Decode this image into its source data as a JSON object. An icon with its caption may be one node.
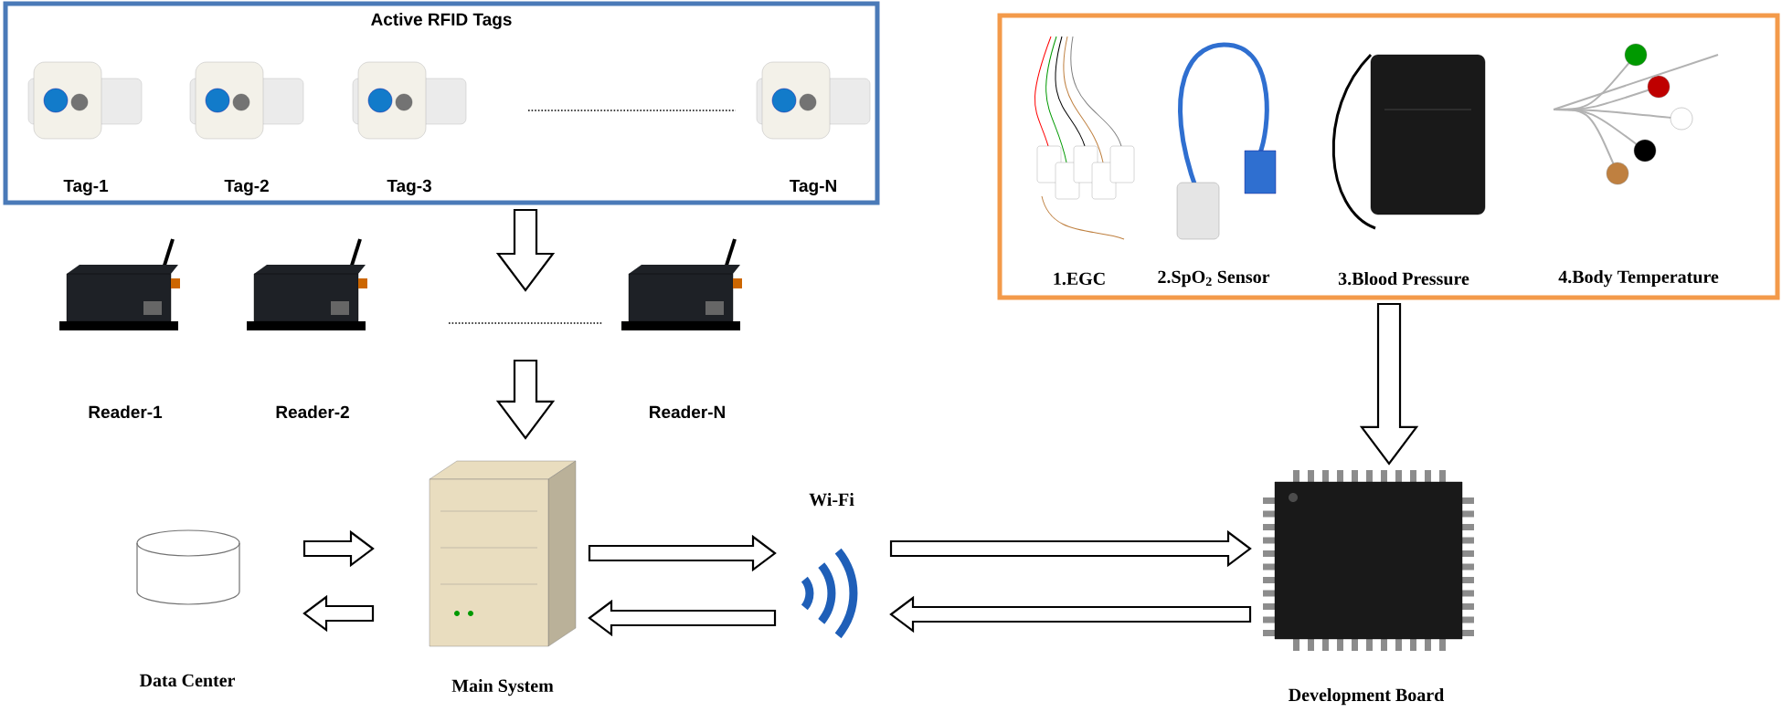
{
  "diagram": {
    "nodes": [
      {
        "text": [
          "Active RFID Tags"
        ]
      },
      {
        "text": [
          "Tag-1"
        ],
        "in": 0
      },
      {
        "text": [
          "Tag-2"
        ],
        "in": 0
      },
      {
        "text": [
          "Tag-3"
        ],
        "in": 0
      },
      {
        "text": [
          "Tag-N"
        ],
        "in": 0
      },
      {
        "text": [],
        "shape": "box"
      },
      {
        "text": [
          "1.EGC"
        ],
        "in": 5
      },
      {
        "text": [
          "2.SpO$_{2}$ Sensor"
        ],
        "in": 5
      },
      {
        "text": [
          "3.Blood Pressure"
        ],
        "in": 5
      },
      {
        "text": [
          "4.Body Temperature"
        ],
        "in": 5
      },
      {
        "text": [
          "Reader-1"
        ]
      },
      {
        "text": [
          "Reader-2"
        ]
      },
      {
        "text": [
          "Reader-N"
        ]
      },
      {
        "text": [
          "Data Center"
        ]
      },
      {
        "text": [
          "Main System"
        ]
      },
      {
        "text": [
          "Wi-Fi"
        ]
      },
      {
        "text": [
          "Development Board"
        ]
      }
    ],
    "edges": [
      {
        "from": 0,
        "to": null,
        "arrow": "to"
      },
      {
        "from": null,
        "to": 14,
        "arrow": "to"
      },
      {
        "from": 5,
        "to": 16,
        "arrow": "to"
      },
      {
        "from": 13,
        "to": 14,
        "arrow": "to"
      },
      {
        "from": 14,
        "to": 13,
        "arrow": "to"
      },
      {
        "from": 14,
        "to": 15,
        "arrow": "to"
      },
      {
        "from": 15,
        "to": 14,
        "arrow": "to"
      },
      {
        "from": 15,
        "to": 16,
        "arrow": "to"
      },
      {
        "from": 16,
        "to": 15,
        "arrow": "to"
      }
    ]
  }
}
